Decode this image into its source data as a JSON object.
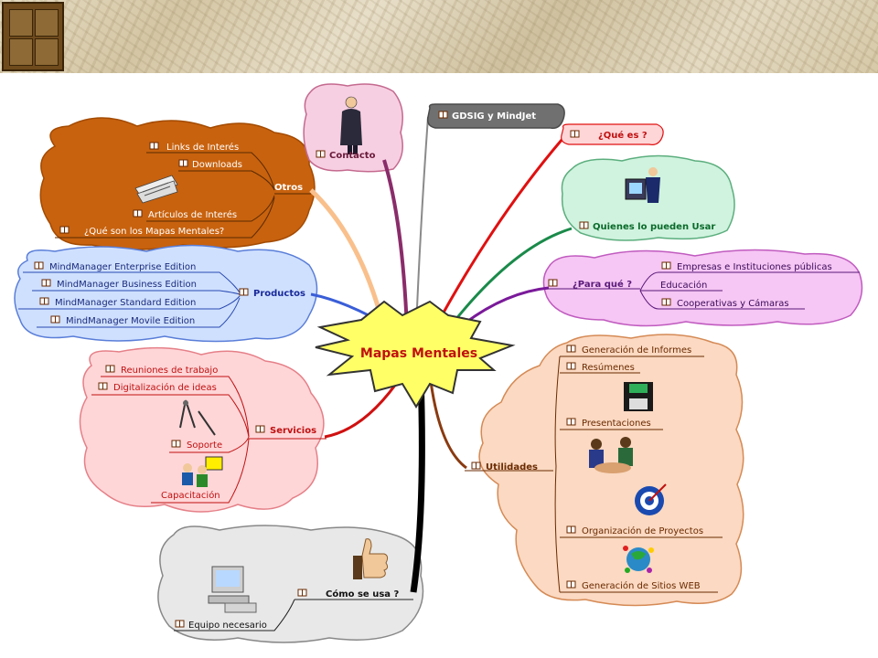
{
  "central": "Mapas Mentales",
  "colors": {
    "banner": "#dcd0b4",
    "otros": "#c8620e",
    "productos": "#cfe0ff",
    "servicios": "#ffd6d8",
    "equipo": "#e8e8e8",
    "utilidades": "#fbd9c2",
    "para_que": "#f6c6f4",
    "quienes": "#cff3de",
    "contacto": "#f7cfe2",
    "star": "#ffff66"
  },
  "contacto": {
    "label": "Contacto",
    "icon": "businessman-phone-icon"
  },
  "gdsig": {
    "label": "GDSIG y MindJet"
  },
  "que_es": {
    "label": "¿Qué es ?"
  },
  "quienes": {
    "label": "Quienes lo pueden Usar",
    "icon": "presenter-icon"
  },
  "para_que": {
    "label": "¿Para qué ?",
    "items": [
      "Empresas e Instituciones públicas",
      "Educación",
      "Cooperativas y Cámaras"
    ]
  },
  "otros": {
    "label": "Otros",
    "items": [
      "Links de Interés",
      "Downloads",
      "Artículos de Interés",
      "¿Qué son los Mapas Mentales?"
    ],
    "icon": "newspapers-icon"
  },
  "productos": {
    "label": "Productos",
    "items": [
      "MindManager Enterprise Edition",
      "MindManager Business Edition",
      "MindManager Standard Edition",
      "MindManager Movile Edition"
    ]
  },
  "servicios": {
    "label": "Servicios",
    "items": [
      "Reuniones de trabajo",
      "Digitalización de ideas",
      "Soporte",
      "Capacitación"
    ]
  },
  "utilidades": {
    "label": "Utilidades",
    "items": [
      "Generación de Informes",
      "Resúmenes",
      "Presentaciones",
      "Organización de Proyectos",
      "Generación de Sitios WEB"
    ]
  },
  "como_se_usa": {
    "label": "Cómo se usa ?",
    "items": [
      "Equipo necesario"
    ]
  }
}
